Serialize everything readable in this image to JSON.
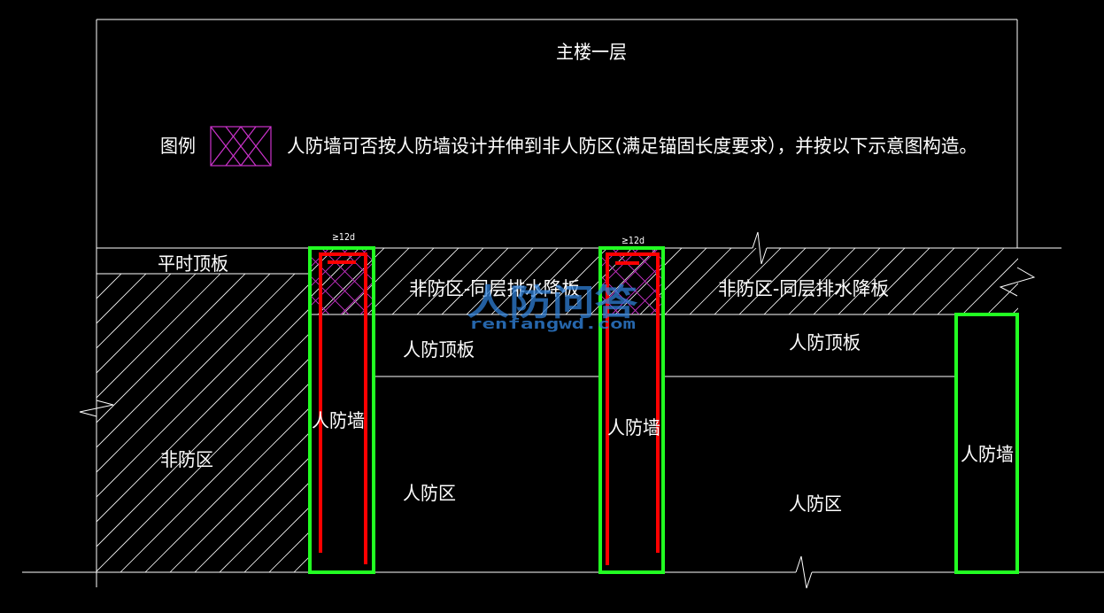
{
  "title": "主楼一层",
  "legend": {
    "label": "图例",
    "description": "人防墙可否按人防墙设计并伸到非人防区(满足锚固长度要求），并按以下示意图构造。"
  },
  "labels": {
    "ordinary_roof_slab": "平时顶板",
    "non_defense_slab_1": "非防区-同层排水降板",
    "non_defense_slab_2": "非防区-同层排水降板",
    "defense_roof_1": "人防顶板",
    "defense_roof_2": "人防顶板",
    "non_defense_zone": "非防区",
    "defense_zone_1": "人防区",
    "defense_zone_2": "人防区",
    "defense_wall_1": "人防墙",
    "defense_wall_2": "人防墙",
    "defense_wall_3": "人防墙",
    "anchor_1": "≥12d",
    "anchor_2": "≥12d"
  },
  "watermark": {
    "main": "人防问答",
    "sub": "renfangwd.com"
  },
  "colors": {
    "line": "#ffffff",
    "wall_outline": "#22ff22",
    "rebar": "#ff0000",
    "legend_hatch": "#cc33cc",
    "watermark": "#2f7fd6"
  }
}
